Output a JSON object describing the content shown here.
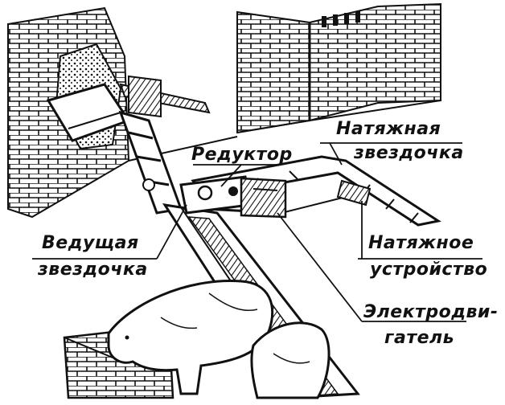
{
  "labels": {
    "reduktor": "Редуктор",
    "natyazhnaya_1": "Натяжная",
    "natyazhnaya_2": "звездочка",
    "natyazhnoe_1": "Натяжное",
    "natyazhnoe_2": "устройство",
    "vedushchaya_1": "Ведущая",
    "vedushchaya_2": "звездочка",
    "elektro_1": "Электродви-",
    "elektro_2": "гатель"
  },
  "colors": {
    "ink": "#111111",
    "paper": "#ffffff"
  }
}
